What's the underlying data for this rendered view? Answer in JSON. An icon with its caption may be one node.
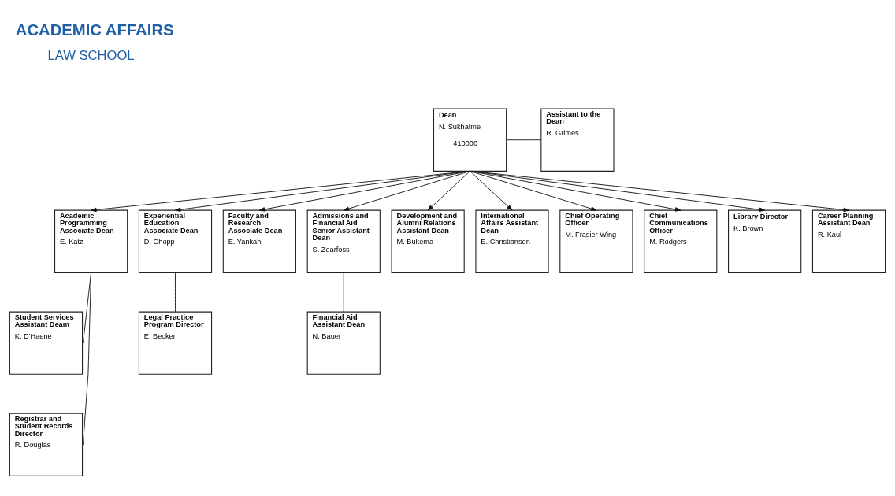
{
  "diagram": {
    "title": "ACADEMIC AFFAIRS",
    "nodes": [
      {
        "text": [
          "Dean",
          "N. Sukhatme",
          "410000"
        ]
      },
      {
        "text": [
          "Assistant to the Dean",
          "R. Grimes"
        ]
      },
      {
        "text": [
          "Academic Programming Associate Dean",
          "E. Katz"
        ]
      },
      {
        "text": [
          "Experiential Education Associate Dean",
          "D. Chopp"
        ]
      },
      {
        "text": [
          "Faculty and Research Associate Dean",
          "E. Yankah"
        ]
      },
      {
        "text": [
          "Admissions and Financial Aid Senior Assistant Dean",
          "S. Zearfoss"
        ]
      },
      {
        "text": [
          "Development and Alumni Relations Assistant Dean",
          "M. Bukema"
        ]
      },
      {
        "text": [
          "International Affairs Assistant Dean",
          "E. Christiansen"
        ]
      },
      {
        "text": [
          "Chief Operating Officer",
          "M. Frasier Wing"
        ]
      },
      {
        "text": [
          "Chief Communications Officer",
          "M. Rodgers"
        ]
      },
      {
        "text": [
          "Library Director",
          "K. Brown"
        ]
      },
      {
        "text": [
          "Career Planning Assistant Dean",
          "R. Kaul"
        ]
      },
      {
        "text": [
          "Student Services Assistant Deam",
          "K. D'Haene"
        ]
      },
      {
        "text": [
          "Registrar and Student Records Director",
          "R. Douglas"
        ]
      },
      {
        "text": [
          "Legal Practice Program Director",
          "E. Becker"
        ]
      },
      {
        "text": [
          "Financial Aid Assistant Dean",
          "N. Bauer"
        ]
      }
    ],
    "edges": [
      {
        "from": 0,
        "to": 1,
        "arrow": "none"
      },
      {
        "from": 0,
        "to": 2,
        "arrow": "to"
      },
      {
        "from": 0,
        "to": 3,
        "arrow": "to"
      },
      {
        "from": 0,
        "to": 4,
        "arrow": "to"
      },
      {
        "from": 0,
        "to": 5,
        "arrow": "to"
      },
      {
        "from": 0,
        "to": 6,
        "arrow": "to"
      },
      {
        "from": 0,
        "to": 7,
        "arrow": "to"
      },
      {
        "from": 0,
        "to": 8,
        "arrow": "to"
      },
      {
        "from": 0,
        "to": 9,
        "arrow": "to"
      },
      {
        "from": 0,
        "to": 10,
        "arrow": "to"
      },
      {
        "from": 0,
        "to": 11,
        "arrow": "to"
      },
      {
        "from": 2,
        "to": 12,
        "arrow": "none"
      },
      {
        "from": 2,
        "to": 13,
        "arrow": "none"
      },
      {
        "from": 3,
        "to": 14,
        "arrow": "none"
      },
      {
        "from": 5,
        "to": 15,
        "arrow": "none"
      }
    ],
    "labels": [
      "LAW SCHOOL"
    ]
  }
}
